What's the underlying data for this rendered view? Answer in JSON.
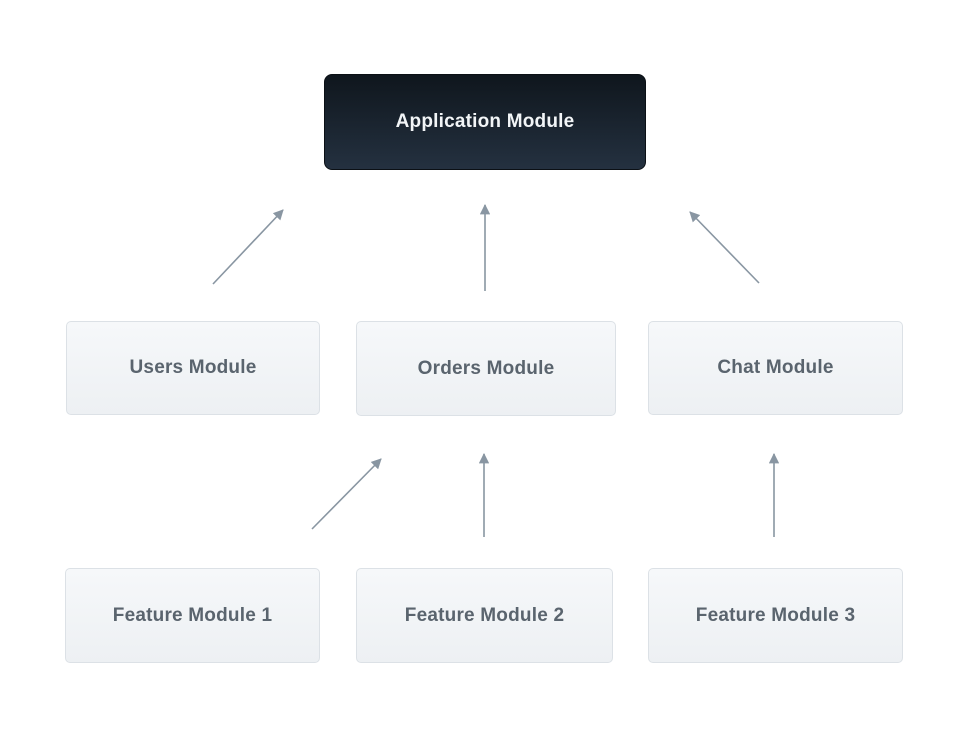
{
  "nodes": {
    "application": {
      "label": "Application Module",
      "variant": "dark"
    },
    "users": {
      "label": "Users Module",
      "variant": "light"
    },
    "orders": {
      "label": "Orders Module",
      "variant": "light"
    },
    "chat": {
      "label": "Chat Module",
      "variant": "light"
    },
    "feature1": {
      "label": "Feature Module 1",
      "variant": "light"
    },
    "feature2": {
      "label": "Feature Module 2",
      "variant": "light"
    },
    "feature3": {
      "label": "Feature Module 3",
      "variant": "light"
    }
  },
  "edges": [
    {
      "from": "users",
      "to": "application"
    },
    {
      "from": "orders",
      "to": "application"
    },
    {
      "from": "chat",
      "to": "application"
    },
    {
      "from": "feature1",
      "to": "orders"
    },
    {
      "from": "feature2",
      "to": "orders"
    },
    {
      "from": "feature3",
      "to": "chat"
    }
  ],
  "colors": {
    "background": "#ffffff",
    "dark_node_gradient_top": "#0f161d",
    "dark_node_gradient_bottom": "#243140",
    "dark_node_text": "#f2f5f7",
    "light_node_fill_top": "#f6f8fa",
    "light_node_fill_bottom": "#edf0f3",
    "light_node_border": "#dce1e6",
    "light_node_text": "#5a646e",
    "arrow": "#8996a2"
  }
}
